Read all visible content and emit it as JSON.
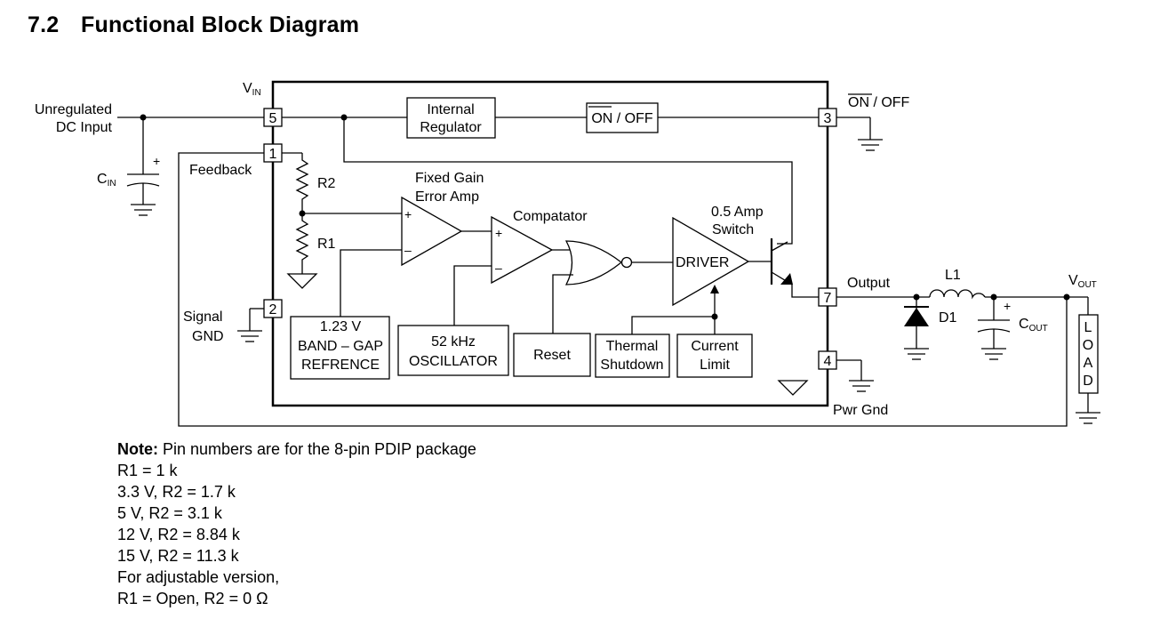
{
  "section": {
    "number": "7.2",
    "title": "Functional Block Diagram"
  },
  "labels": {
    "vin": "V",
    "vin_sub": "IN",
    "unregulated": "Unregulated",
    "dc_input": "DC Input",
    "cin": "C",
    "cin_sub": "IN",
    "feedback": "Feedback",
    "signal": "Signal",
    "gnd": "GND",
    "internal": "Internal",
    "regulator": "Regulator",
    "on_block": "ON",
    "off_block": " / OFF",
    "on_ext": "ON",
    "off_ext": " / OFF",
    "r2": "R2",
    "r1": "R1",
    "fixed_gain": "Fixed Gain",
    "error_amp": "Error Amp",
    "comparator": "Compatator",
    "amp_switch_1": "0.5 Amp",
    "amp_switch_2": "Switch",
    "driver": "DRIVER",
    "bandgap_1": "1.23 V",
    "bandgap_2": "BAND – GAP",
    "bandgap_3": "REFRENCE",
    "osc_1": "52 kHz",
    "osc_2": "OSCILLATOR",
    "reset": "Reset",
    "thermal_1": "Thermal",
    "thermal_2": "Shutdown",
    "current_1": "Current",
    "current_2": "Limit",
    "output": "Output",
    "l1": "L1",
    "d1": "D1",
    "cout": "C",
    "cout_sub": "OUT",
    "vout": "V",
    "vout_sub": "OUT",
    "pwr_gnd": "Pwr Gnd",
    "load": [
      "L",
      "O",
      "A",
      "D"
    ],
    "plus": "+",
    "minus": "–"
  },
  "pins": {
    "p5": "5",
    "p1": "1",
    "p2": "2",
    "p3": "3",
    "p7": "7",
    "p4": "4"
  },
  "notes": {
    "note_bold": "Note:",
    "note_text": " Pin numbers are for the 8-pin PDIP package",
    "lines": [
      "R1 = 1 k",
      "3.3 V, R2 = 1.7 k",
      "5 V, R2 = 3.1 k",
      "12 V, R2 = 8.84 k",
      "15 V, R2 = 11.3 k",
      "For adjustable version,",
      "R1 = Open, R2 = 0 Ω"
    ]
  }
}
